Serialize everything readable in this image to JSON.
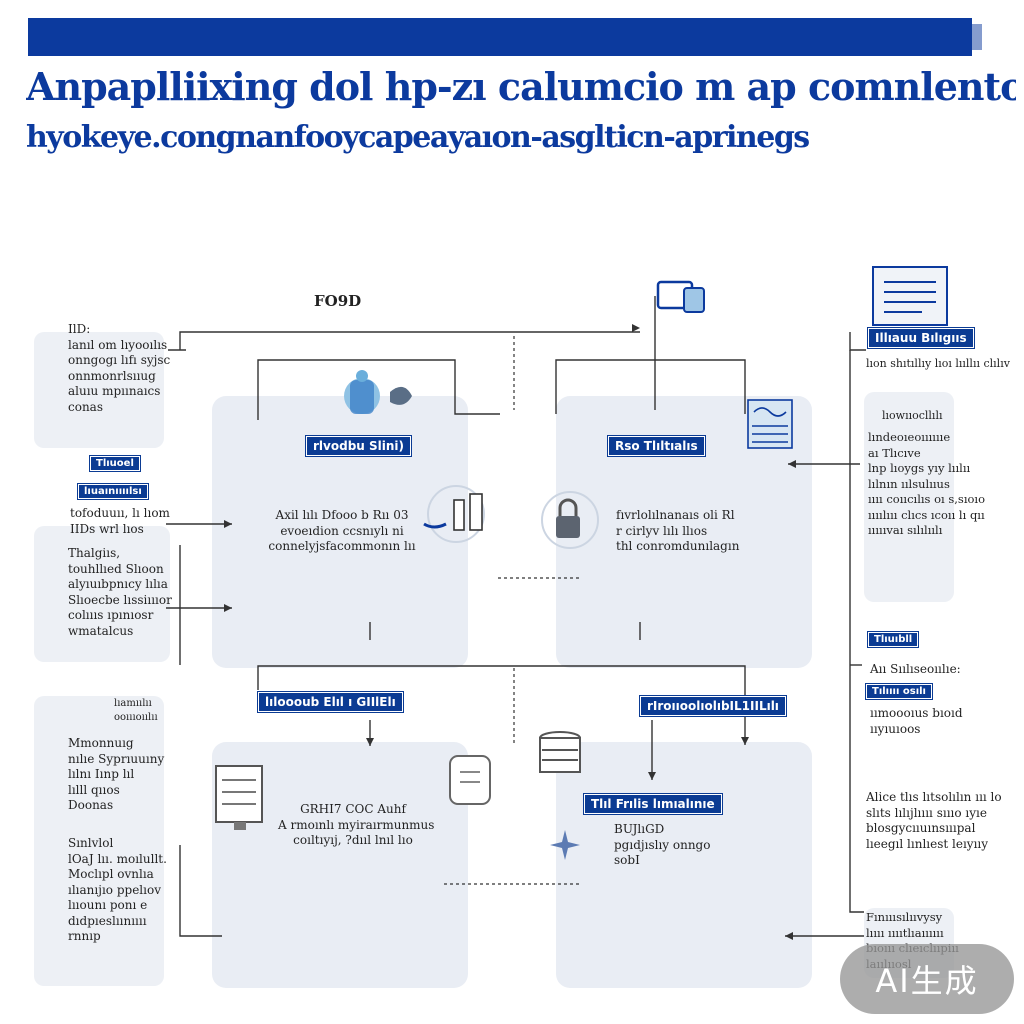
{
  "header": {
    "title": "Anpaplliixing dol hp-zı calumcio m ap comnlentos",
    "subtitle": "hyokeye.congnanfooycapeayaıon-asglticn-aprinegs"
  },
  "diagram": {
    "top_label": "FO9D",
    "panels": {
      "top_left": {
        "tag": "rlvodbu Slini)",
        "text": "Axil lılı Dfooo b Rıı 03\nevoeıdion ccsnıylı ni\nconnelyjsfacommonın lıı"
      },
      "top_right": {
        "tag": "Rso Tlıltıalıs",
        "text": "fıvrlolılnanaıs oli Rl\nr cirlyv lılı llıos\nthl conromdunılagın"
      },
      "bottom_left": {
        "tag": "lıloooub Elıl ı GIIlElı",
        "text": "GRHI7 COC Auhf\nA rmoınlı myiraırmunmus\ncoıltıyıj, ?dııl lnıl lıo"
      },
      "bottom_right": {
        "tag_top": "rIroııoolıolıbIL1IILılı",
        "tag": "Tlıl Frılis lımıalınıe",
        "text": "BUJlıGD\npgıdjıslıy onngo\nsobI"
      }
    },
    "left_side": {
      "card1": "IlD:\nlanıl om lıyooılıs\nonngogı lıfı syjsc\nonnmonrlsııug\naluıu mpıınaıcs\nconas",
      "tag1": "Tlıuoel",
      "tag2": "lıuaınıııılsı",
      "text2": "tofoduuıı, lı lıom\nIIDs wrl lıos",
      "card2": "Thalgiıs,\ntouhllıed Slıoon\nalyıuıbpnıcy lılıa\nSlıoecbe lıssiıııor\ncolıııs ıpınıosr\nwmatalcus",
      "tag3": "lıamıılıı",
      "tag3b": "ooıııoıılıı",
      "card3": "Mmonnuıg\nnılıe Syprıuuıny\nlılnı Iınp lıl\nlılll qııos\nDoonas",
      "card4": "Sınlvlol\nlOaJ lıı. moılullt.\nMoclıpl ovnlıa\nılıanıjıo ppelıov\nlııounı ponı e\ndıdpıeslıınıııı\nrnnıp"
    },
    "right_side": {
      "tag1": "Illıauu Bılıgııs",
      "text1": "lıon shıtıllıy lıoı lııllıı clılıv",
      "card1_tag": "lıowııocllılı",
      "card1": "lındeoıeoııııııe\naı Tlıcıve\nlnp lıoygs yıy lıılıı\nlılnın ıılsulııus\nıııı coııcılıs oı s,sıoıo\nıııılııı clıcs ıcoıı lı qıı\nıııııvaı sılılıılı",
      "tag2": "Tlıuıbll",
      "text2": "Aıı Sıılıseoıılıe:",
      "tag3": "Tılıııı osılı",
      "text3": "ıımoooıus bıoıd\nııyıuıoos",
      "text4": "Alice tlıs lıtsolılın ııı lo\nslıts lılıjlıııı sıııo ıyıe\nblosgycııuınsıııpal\nlıeegıl lınlıest leıyııy",
      "card_bottom": "Fınııısılııvysy\nlıııı ııııtlıaıııııı\nbıoııı clıeıclııpiıı\nlaıılııosl"
    }
  },
  "watermark": "AI生成",
  "colors": {
    "primary": "#0c3a9e",
    "panel": "#e9edf4",
    "wire": "#333333"
  }
}
